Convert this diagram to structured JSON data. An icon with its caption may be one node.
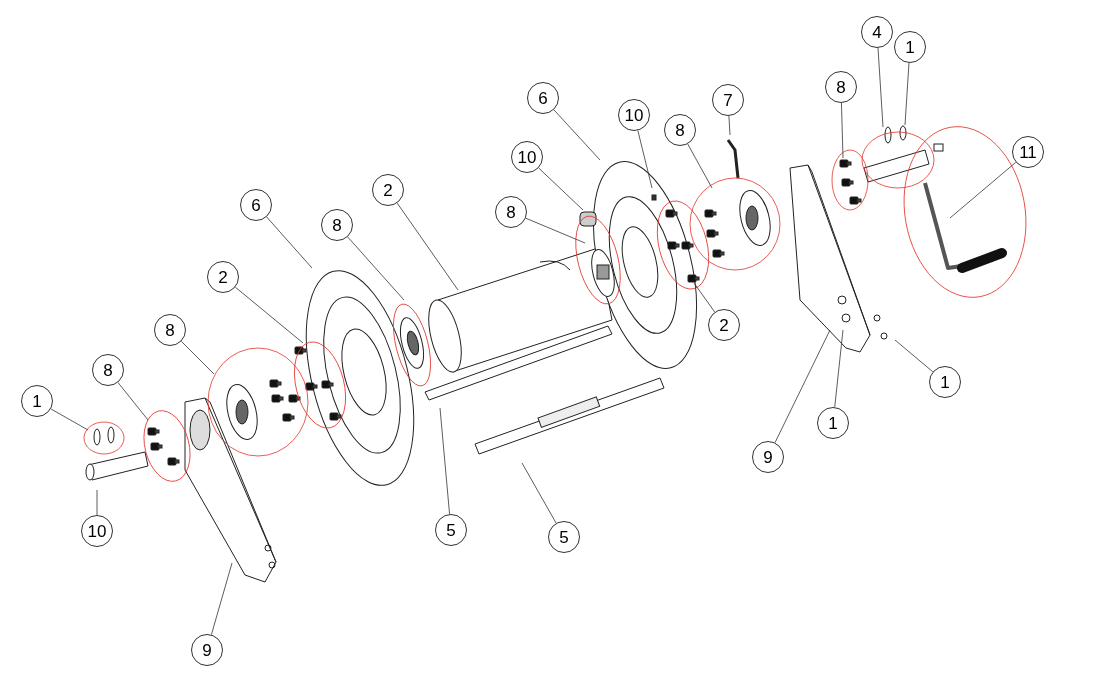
{
  "diagram": {
    "nodes": [
      {
        "text": [
          "4"
        ]
      },
      {
        "text": [
          "1"
        ]
      },
      {
        "text": [
          "8"
        ]
      },
      {
        "text": [
          "6"
        ]
      },
      {
        "text": [
          "7"
        ]
      },
      {
        "text": [
          "10"
        ]
      },
      {
        "text": [
          "8"
        ]
      },
      {
        "text": [
          "11"
        ]
      },
      {
        "text": [
          "10"
        ]
      },
      {
        "text": [
          "2"
        ]
      },
      {
        "text": [
          "6"
        ]
      },
      {
        "text": [
          "8"
        ]
      },
      {
        "text": [
          "8"
        ]
      },
      {
        "text": [
          "2"
        ]
      },
      {
        "text": [
          "2"
        ]
      },
      {
        "text": [
          "8"
        ]
      },
      {
        "text": [
          "8"
        ]
      },
      {
        "text": [
          "1"
        ]
      },
      {
        "text": [
          "1"
        ]
      },
      {
        "text": [
          "1"
        ]
      },
      {
        "text": [
          "9"
        ]
      },
      {
        "text": [
          "5"
        ]
      },
      {
        "text": [
          "10"
        ]
      },
      {
        "text": [
          "5"
        ]
      },
      {
        "text": [
          "9"
        ]
      }
    ],
    "edges": [
      {
        "from": 0,
        "to": null,
        "arrow": "none"
      },
      {
        "from": 1,
        "to": null,
        "arrow": "none"
      },
      {
        "from": 2,
        "to": null,
        "arrow": "none"
      },
      {
        "from": 3,
        "to": null,
        "arrow": "none"
      },
      {
        "from": 4,
        "to": null,
        "arrow": "none"
      },
      {
        "from": 5,
        "to": null,
        "arrow": "none"
      },
      {
        "from": 6,
        "to": null,
        "arrow": "none"
      },
      {
        "from": 7,
        "to": null,
        "arrow": "none"
      },
      {
        "from": 8,
        "to": null,
        "arrow": "none"
      },
      {
        "from": 9,
        "to": null,
        "arrow": "none"
      },
      {
        "from": 10,
        "to": null,
        "arrow": "none"
      },
      {
        "from": 11,
        "to": null,
        "arrow": "none"
      },
      {
        "from": 12,
        "to": null,
        "arrow": "none"
      },
      {
        "from": 13,
        "to": null,
        "arrow": "none"
      },
      {
        "from": 14,
        "to": null,
        "arrow": "none"
      },
      {
        "from": 15,
        "to": null,
        "arrow": "none"
      },
      {
        "from": 16,
        "to": null,
        "arrow": "none"
      },
      {
        "from": 17,
        "to": null,
        "arrow": "none"
      },
      {
        "from": 18,
        "to": null,
        "arrow": "none"
      },
      {
        "from": 19,
        "to": null,
        "arrow": "none"
      },
      {
        "from": 20,
        "to": null,
        "arrow": "none"
      },
      {
        "from": 21,
        "to": null,
        "arrow": "none"
      },
      {
        "from": 22,
        "to": null,
        "arrow": "none"
      },
      {
        "from": 23,
        "to": null,
        "arrow": "none"
      },
      {
        "from": 24,
        "to": null,
        "arrow": "none"
      }
    ]
  }
}
